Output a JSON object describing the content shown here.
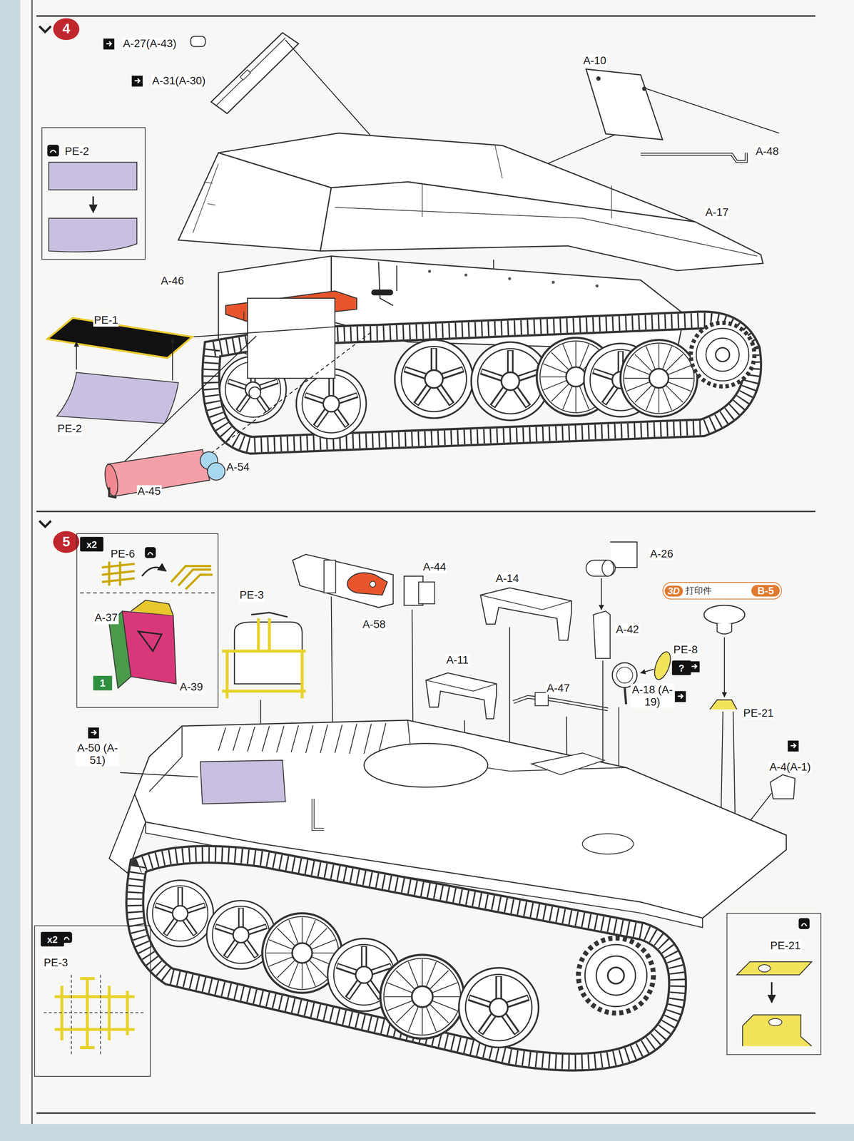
{
  "diagram": {
    "nodes": [
      {
        "text": [
          "4"
        ]
      },
      {
        "text": [
          "PE-2"
        ]
      },
      {
        "text": [
          "5"
        ]
      },
      {
        "text": [
          "PE-6",
          "A-37",
          "A-39"
        ]
      },
      {
        "text": [
          "x2"
        ],
        "in": 3
      },
      {
        "text": [
          "1"
        ],
        "in": 3
      },
      {
        "text": [
          "3D",
          "打印件",
          "B-5"
        ]
      },
      {
        "text": [
          "?"
        ]
      },
      {
        "text": [
          "PE-3"
        ]
      },
      {
        "text": [
          "x2"
        ],
        "in": 8
      },
      {
        "text": [
          "PE-21"
        ]
      }
    ],
    "labels": [
      "A-27(A-43)",
      "A-31(A-30)",
      "A-10",
      "A-48",
      "A-17",
      "A-46",
      "PE-1",
      "PE-2",
      "A-54",
      "A-45",
      "PE-3",
      "A-44",
      "A-58",
      "A-14",
      "A-26",
      "A-42",
      "A-11",
      "PE-8",
      "A-47",
      "A-18 (A-19)",
      "PE-21",
      "A-4(A-1)",
      "A-50 (A-51)"
    ]
  }
}
